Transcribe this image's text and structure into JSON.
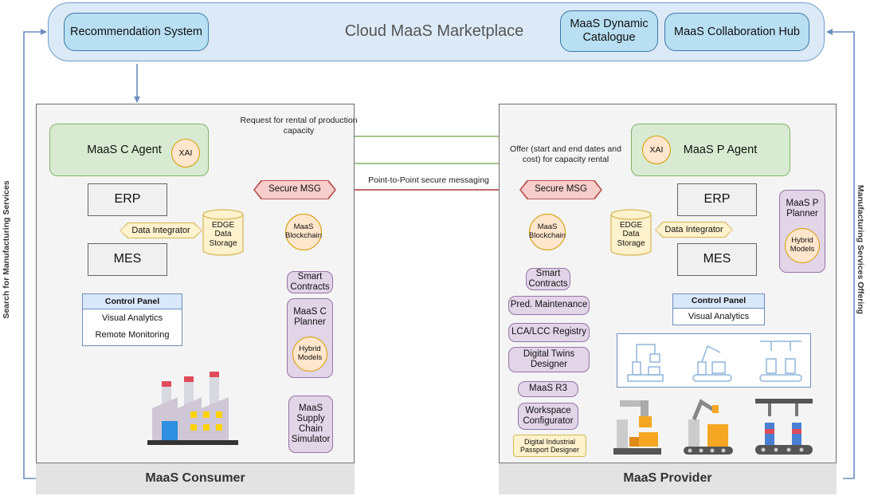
{
  "marketplace": {
    "title": "Cloud MaaS Marketplace",
    "recommendation_system": "Recommendation System",
    "dynamic_catalogue": "MaaS Dynamic Catalogue",
    "collaboration_hub": "MaaS Collaboration Hub"
  },
  "side_labels": {
    "left": "Search for Manufacturing Services",
    "right": "Manufacturing Services Offering"
  },
  "edges": {
    "request": "Request for rental of production capacity",
    "offer": "Offer (start and end dates and cost) for capacity rental",
    "p2p": "Point-to-Point secure messaging"
  },
  "consumer": {
    "footer": "MaaS Consumer",
    "agent": "MaaS C Agent",
    "xai": "XAI",
    "erp": "ERP",
    "mes": "MES",
    "data_integrator": "Data Integrator",
    "edge_storage": "EDGE Data Storage",
    "secure_msg": "Secure MSG",
    "blockchain": "MaaS Blockchain",
    "smart_contracts": "Smart Contracts",
    "planner": "MaaS C Planner",
    "hybrid_models": "Hybrid Models",
    "supply_chain_sim": "MaaS Supply Chain Simulator",
    "control_panel": {
      "title": "Control Panel",
      "items": [
        "Visual Analytics",
        "Remote Monitoring"
      ]
    },
    "factory_icon": "factory-icon"
  },
  "provider": {
    "footer": "MaaS Provider",
    "agent": "MaaS P Agent",
    "xai": "XAI",
    "erp": "ERP",
    "mes": "MES",
    "data_integrator": "Data Integrator",
    "edge_storage": "EDGE Data Storage",
    "secure_msg": "Secure MSG",
    "blockchain": "MaaS Blockchain",
    "smart_contracts": "Smart Contracts",
    "planner": "MaaS P Planner",
    "hybrid_models": "Hybrid Models",
    "pred_maintenance": "Pred. Maintenance",
    "lca_registry": "LCA/LCC Registry",
    "digital_twins": "Digital Twins Designer",
    "maas_r3": "MaaS R3",
    "workspace_config": "Workspace Configurator",
    "passport_designer": "Digital Industrial Passport Designer",
    "control_panel": {
      "title": "Control Panel",
      "items": [
        "Visual Analytics"
      ]
    },
    "robot_icons": [
      "robot-arm-outline-icon",
      "robot-arm-outline-icon",
      "robot-gantry-outline-icon",
      "robot-arm-color-icon",
      "robot-arm-color-icon",
      "robot-gantry-color-icon"
    ]
  },
  "colors": {
    "green": "#82b366",
    "red": "#b85450",
    "yellow": "#d6b656",
    "purple": "#9673a6",
    "blue": "#6c8ebf"
  }
}
